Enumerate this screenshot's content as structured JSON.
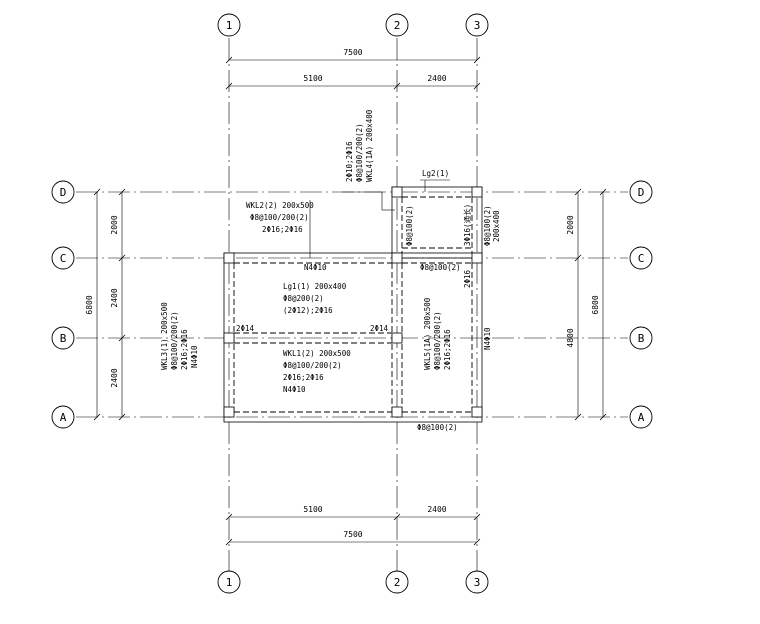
{
  "axes": {
    "columns": [
      "1",
      "2",
      "3"
    ],
    "rows": [
      "D",
      "C",
      "B",
      "A"
    ]
  },
  "dimensions": {
    "top_total": "7500",
    "top_span_12": "5100",
    "top_span_23": "2400",
    "bottom_span_12": "5100",
    "bottom_span_23": "2400",
    "bottom_total": "7500",
    "left_dc": "2000",
    "left_cb": "2400",
    "left_ba": "2400",
    "left_total": "6800",
    "right_dc": "2000",
    "right_ca": "4800",
    "right_total": "6800"
  },
  "beams": {
    "wkl4": {
      "line1": "2Φ10;2Φ16",
      "line2": "Φ8@100/200(2)",
      "line3": "WKL4(1A) 200x400"
    },
    "lg2": {
      "label": "Lg2(1)"
    },
    "wkl4_rebar_left": "Φ8@100(2)",
    "wkl4_rebar_right": "3Φ16(通长)",
    "wkl4_right_stirrup": "Φ8@100(2)",
    "wkl4_right_size": "200x400",
    "wkl2": {
      "line1": "WKL2(2) 200x500",
      "line2": "Φ8@100/200(2)",
      "line3": "2Φ16;2Φ16"
    },
    "n4_c": "N4Φ10",
    "stir_c": "Φ8@100(2)",
    "lg1": {
      "line1": "Lg1(1) 200x400",
      "line2": "Φ8@200(2)",
      "line3": "(2Φ12);2Φ16"
    },
    "two_phi16": "2Φ16",
    "two_phi14_left": "2Φ14",
    "two_phi14_right": "2Φ14",
    "wkl3": {
      "line1": "WKL3(1) 200x500",
      "line2": "Φ8@100/200(2)",
      "line3": "2Φ16;2Φ16",
      "line4": "N4Φ10"
    },
    "wkl1": {
      "line1": "WKL1(2) 200x500",
      "line2": "Φ8@100/200(2)",
      "line3": "2Φ16;2Φ16",
      "line4": "N4Φ10"
    },
    "wkl5": {
      "line1": "WKL5(1A) 200x500",
      "line2": "Φ8@100/200(2)",
      "line3": "2Φ16;2Φ16"
    },
    "n4_right": "N4Φ10",
    "stir_a": "Φ8@100(2)"
  }
}
